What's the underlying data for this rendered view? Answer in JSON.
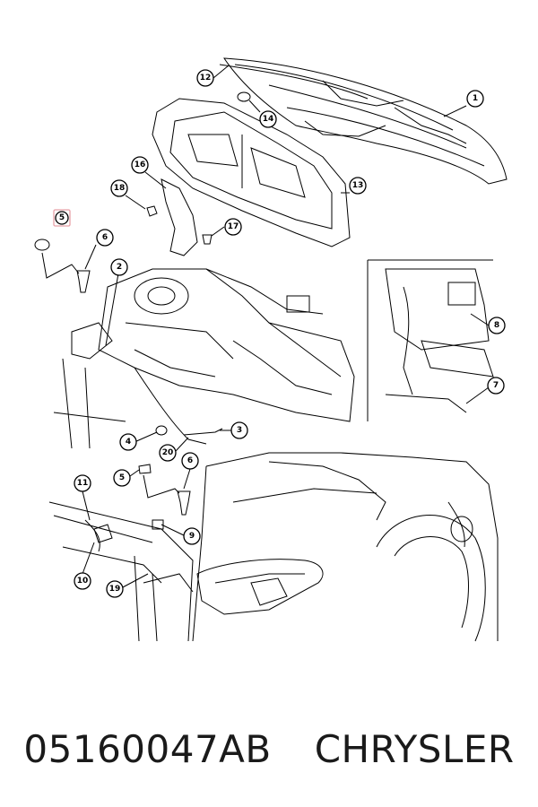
{
  "callouts": [
    {
      "label": "1",
      "highlighted": false
    },
    {
      "label": "12",
      "highlighted": false
    },
    {
      "label": "14",
      "highlighted": false
    },
    {
      "label": "16",
      "highlighted": false
    },
    {
      "label": "13",
      "highlighted": false
    },
    {
      "label": "18",
      "highlighted": false
    },
    {
      "label": "5",
      "highlighted": true
    },
    {
      "label": "6",
      "highlighted": false
    },
    {
      "label": "17",
      "highlighted": false
    },
    {
      "label": "2",
      "highlighted": false
    },
    {
      "label": "8",
      "highlighted": false
    },
    {
      "label": "7",
      "highlighted": false
    },
    {
      "label": "4",
      "highlighted": false
    },
    {
      "label": "20",
      "highlighted": false
    },
    {
      "label": "3",
      "highlighted": false
    },
    {
      "label": "5",
      "highlighted": false
    },
    {
      "label": "6",
      "highlighted": false
    },
    {
      "label": "11",
      "highlighted": false
    },
    {
      "label": "9",
      "highlighted": false
    },
    {
      "label": "10",
      "highlighted": false
    },
    {
      "label": "19",
      "highlighted": false
    }
  ],
  "highlight_color": "#e8a0a8",
  "caption": {
    "part_number": "05160047AB",
    "brand": "CHRYSLER"
  }
}
